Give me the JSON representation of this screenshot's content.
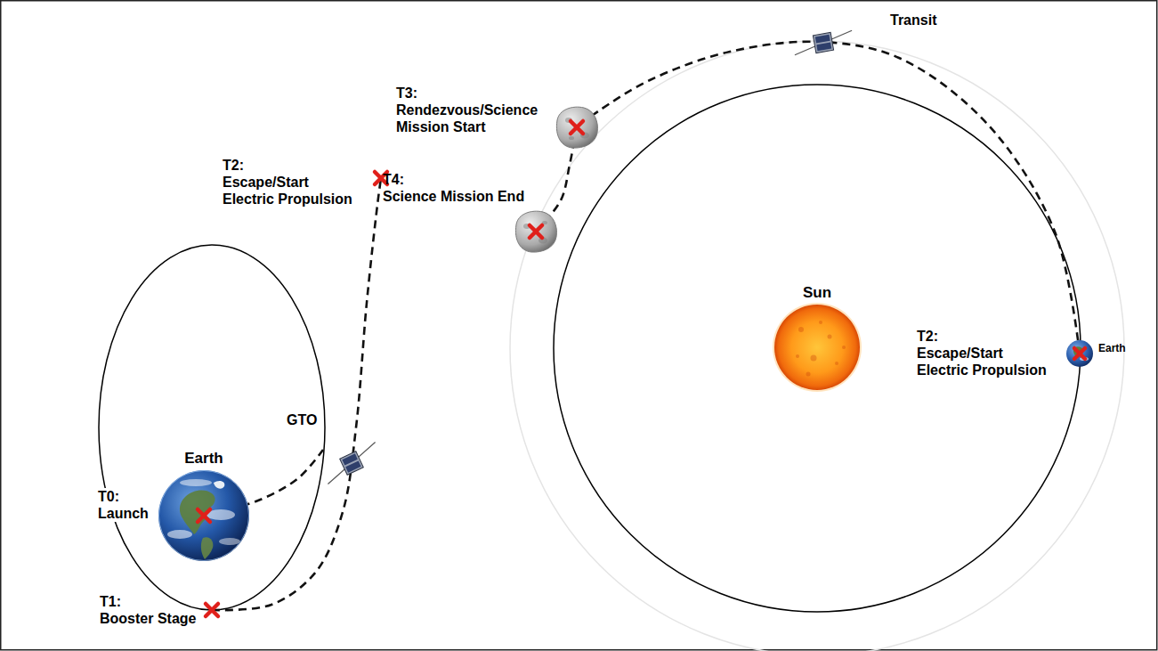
{
  "diagram": {
    "nodes": [
      {
        "text": [
          "Earth"
        ]
      },
      {
        "text": [
          "Sun"
        ]
      },
      {
        "text": [
          "Earth"
        ]
      }
    ],
    "labels": [
      "T0: Launch",
      "GTO",
      "T1: Booster Stage",
      "T2: Escape/Start Electric Propulsion",
      "T3: Rendezvous/Science Mission Start",
      "Transit",
      "T4: Science Mission End",
      "T2: Escape/Start Electric Propulsion"
    ]
  }
}
